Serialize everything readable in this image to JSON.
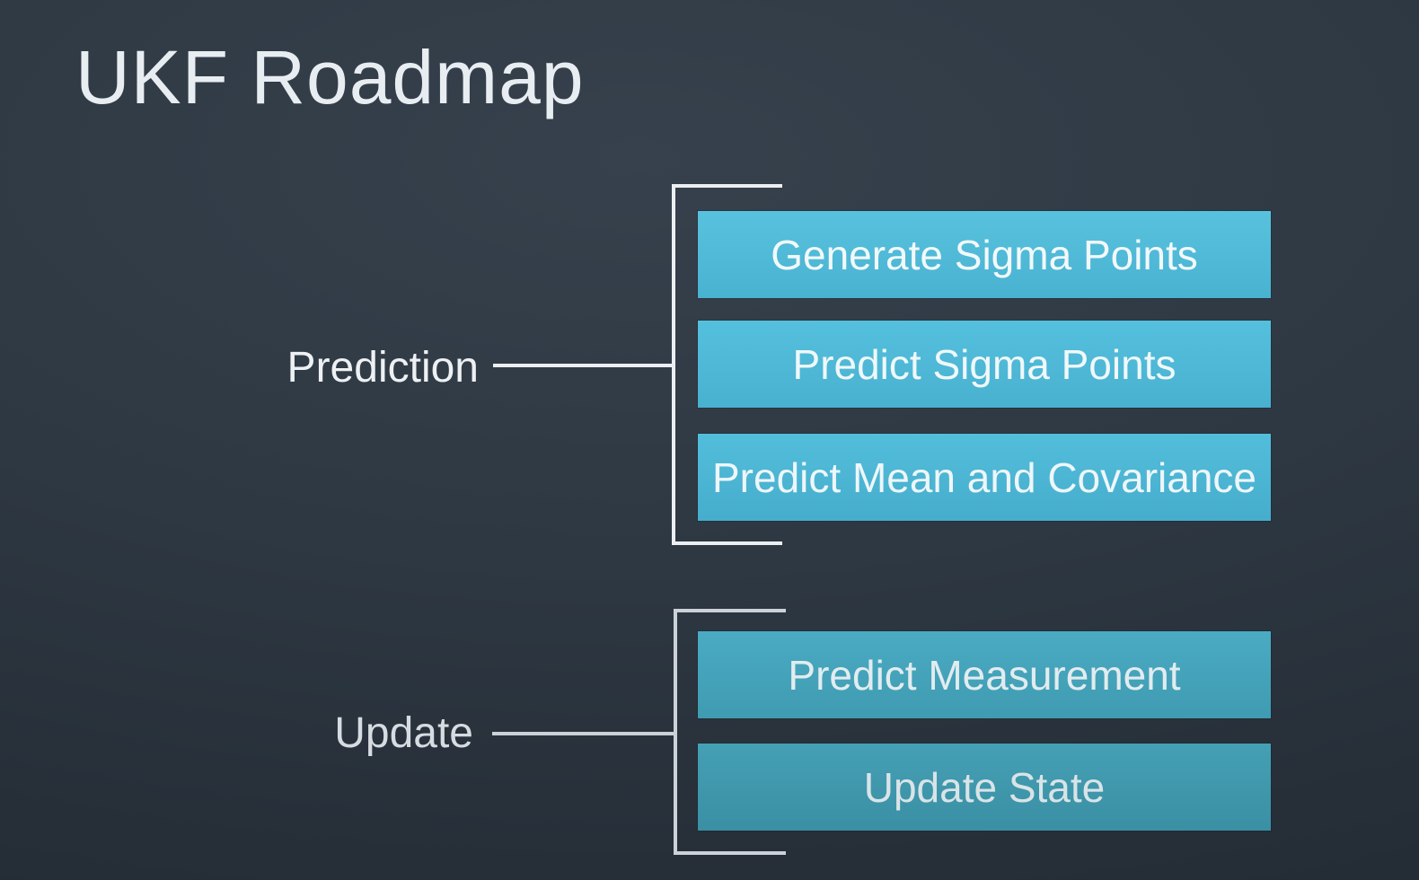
{
  "slide": {
    "title": "UKF Roadmap",
    "groups": [
      {
        "label": "Prediction",
        "steps": [
          "Generate Sigma Points",
          "Predict Sigma Points",
          "Predict Mean and Covariance"
        ]
      },
      {
        "label": "Update",
        "steps": [
          "Predict Measurement",
          "Update State"
        ]
      }
    ],
    "colors": {
      "background_top": "#37414d",
      "background_bottom": "#232b34",
      "box_cyan_bright": "#4fbcd9",
      "box_teal_muted": "#3f96a9",
      "bracket_bright": "#eceff2",
      "bracket_muted": "#ccd2d8",
      "title_text": "#e8edf2",
      "box_text": "#f2f9fb"
    }
  }
}
